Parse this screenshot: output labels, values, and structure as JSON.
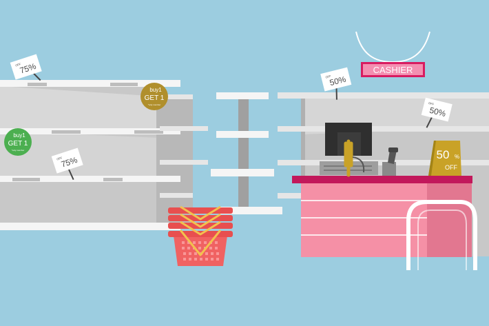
{
  "colors": {
    "background": "#9ccde0",
    "shelf_back": "#c4c4c4",
    "shelf_light": "#e6e6e6",
    "shelf_white": "#f5f5f5",
    "counter_pink": "#f08aa0",
    "counter_top": "#c2185b",
    "basket_red": "#f06060",
    "gold": "#b08f2c",
    "green": "#4caf50"
  },
  "cashier_sign": {
    "label": "CASHIER"
  },
  "price_tags": [
    {
      "off": "OFF",
      "percent": "75%"
    },
    {
      "off": "OFF",
      "percent": "75%"
    },
    {
      "off": "OFF",
      "percent": "50%"
    },
    {
      "off": "OFF",
      "percent": "50%"
    }
  ],
  "promo_badges": [
    {
      "line1": "buy1",
      "line2": "GET 1",
      "note": "*only member"
    },
    {
      "line1": "buy1",
      "line2": "GET 1",
      "note": "*only member"
    }
  ],
  "counter_stand": {
    "percent": "50",
    "percent_sign": "%",
    "off": "OFF"
  }
}
